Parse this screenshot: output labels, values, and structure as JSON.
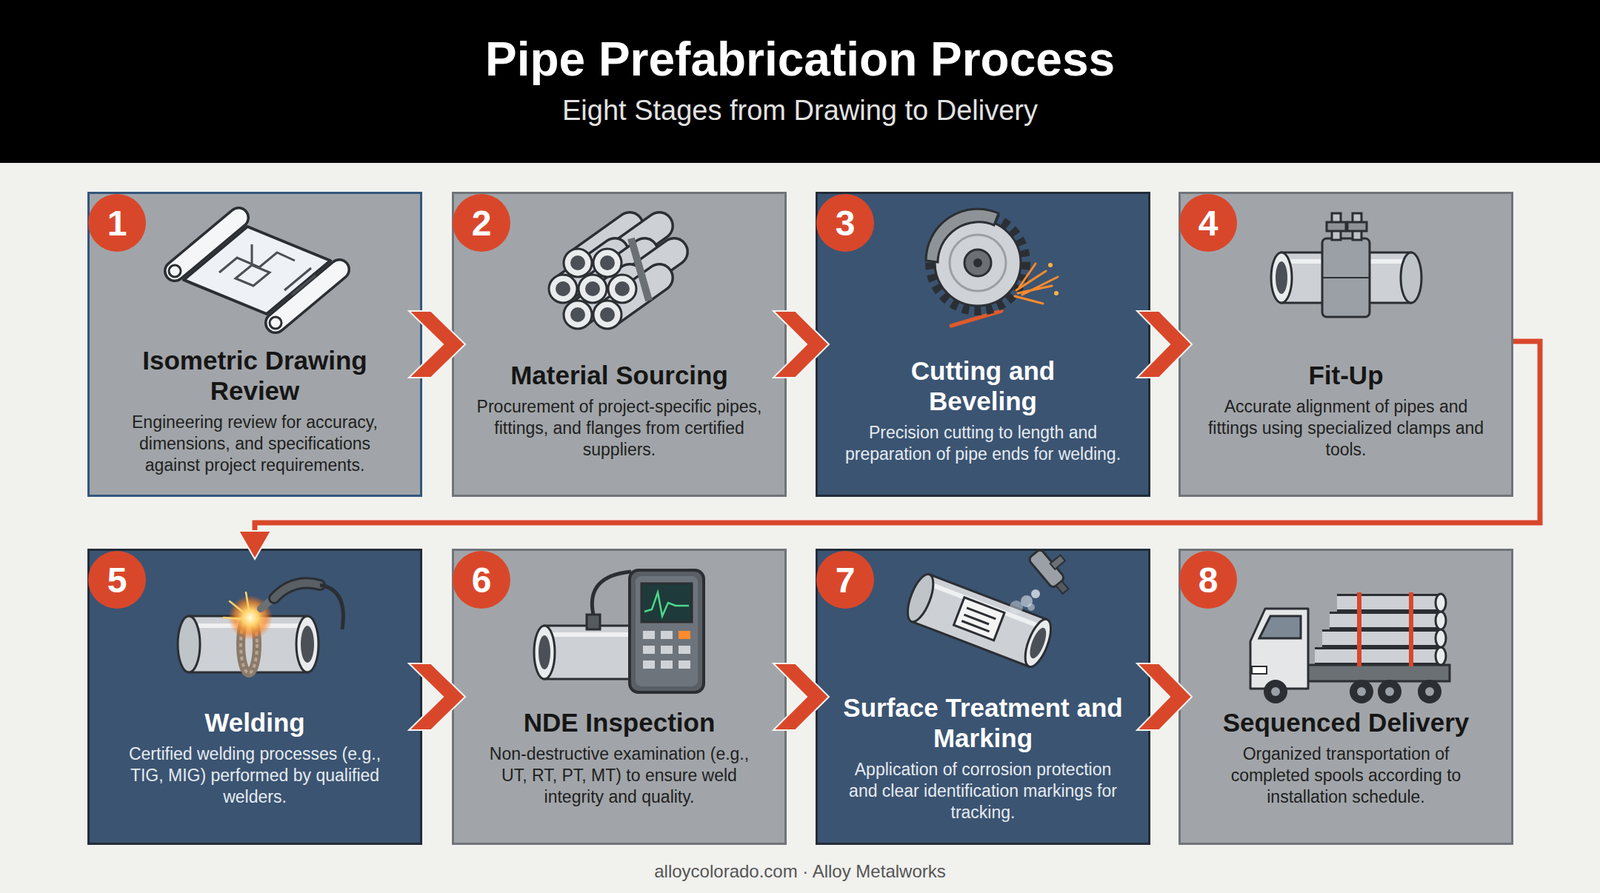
{
  "diagram": {
    "title": "Pipe Prefabrication Process",
    "nodes": [
      {
        "text": [
          "1",
          "Isometric Drawing Review",
          "Engineering review for accuracy, dimensions, and specifications against project requirements."
        ]
      },
      {
        "text": [
          "2",
          "Material Sourcing",
          "Procurement of project-specific pipes, fittings, and flanges from certified suppliers."
        ]
      },
      {
        "text": [
          "3",
          "Cutting and Beveling",
          "Precision cutting to length and preparation of pipe ends for welding."
        ]
      },
      {
        "text": [
          "4",
          "Fit-Up",
          "Accurate alignment of pipes and fittings using specialized clamps and tools."
        ]
      },
      {
        "text": [
          "5",
          "Welding",
          "Certified welding processes (e.g., TIG, MIG) performed by qualified welders."
        ]
      },
      {
        "text": [
          "6",
          "NDE Inspection",
          "Non-destructive examination (e.g., UT, RT, PT, MT) to ensure weld integrity and quality."
        ]
      },
      {
        "text": [
          "7",
          "Surface Treatment and Marking",
          "Application of corrosion protection and clear identification markings for tracking."
        ]
      },
      {
        "text": [
          "8",
          "Sequenced Delivery",
          "Organized transportation of completed spools according to installation schedule."
        ]
      }
    ],
    "edges": [
      {
        "from": 0,
        "to": 1,
        "arrow": "to"
      },
      {
        "from": 1,
        "to": 2,
        "arrow": "to"
      },
      {
        "from": 2,
        "to": 3,
        "arrow": "to"
      },
      {
        "from": 3,
        "to": 4,
        "arrow": "to"
      },
      {
        "from": 4,
        "to": 5,
        "arrow": "to"
      },
      {
        "from": 5,
        "to": 6,
        "arrow": "to"
      },
      {
        "from": 6,
        "to": 7,
        "arrow": "to"
      }
    ],
    "labels": [
      "Eight Stages from Drawing to Delivery",
      "alloycolorado.com · Alloy Metalworks"
    ]
  }
}
